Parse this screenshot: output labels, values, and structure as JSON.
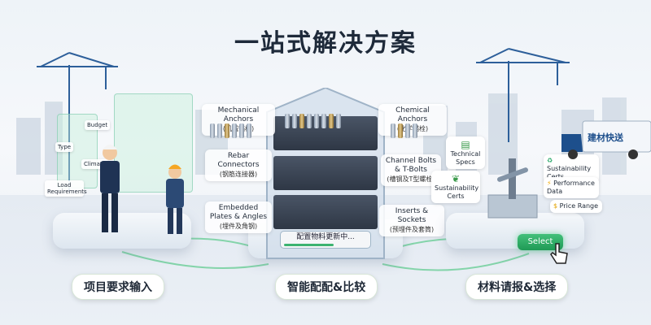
{
  "title": "一站式解决方案",
  "stages": [
    {
      "label": "项目要求输入"
    },
    {
      "label": "智能配配&比较"
    },
    {
      "label": "材料请报&选择"
    }
  ],
  "left_tags": {
    "type": "Type",
    "budget": "Budget",
    "climate": "Climate",
    "load": "Load Requirements"
  },
  "categories_left": [
    {
      "name": "Mechanical Anchors",
      "sub": "(机械锚栓)"
    },
    {
      "name": "Rebar Connectors",
      "sub": "(钢筋连接器)"
    },
    {
      "name": "Embedded Plates & Angles",
      "sub": "(埋件及角钢)"
    }
  ],
  "categories_right": [
    {
      "name": "Chemical Anchors",
      "sub": "(化学锚栓)"
    },
    {
      "name": "Channel Bolts & T-Bolts",
      "sub": "(槽钢及T型螺栓)"
    },
    {
      "name": "Inserts & Sockets",
      "sub": "(预埋件及套筒)"
    }
  ],
  "cabinet": {
    "progress_text": "配置物料更新中...",
    "progress": 0.6
  },
  "right_cards": [
    {
      "label": "Technical Specs",
      "icon": "doc-icon"
    },
    {
      "label": "Sustainability Certs",
      "icon": "leaf-icon"
    }
  ],
  "side_cards": [
    {
      "label": "Sustainability Certs",
      "icon": "recycle-icon"
    },
    {
      "label": "Performance Data",
      "icon": "bolt-icon"
    },
    {
      "label": "Price Range",
      "icon": "dollar-icon"
    }
  ],
  "select_button": "Select",
  "truck_label": "建材快送",
  "colors": {
    "accent": "#2aa86a",
    "title": "#1e2a3a",
    "brand": "#1d4f8c"
  }
}
